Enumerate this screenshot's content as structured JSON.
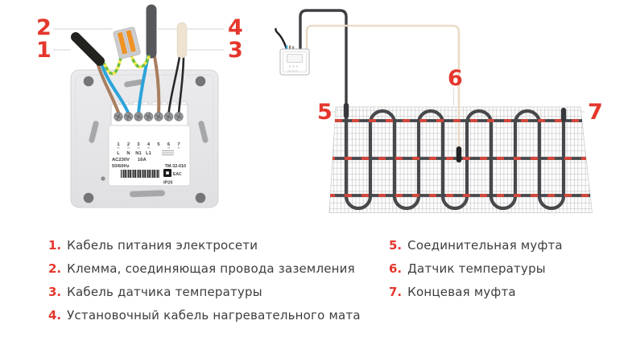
{
  "palette": {
    "callout_red": "#e5372d",
    "legend_text": "#3d3d3e",
    "leader_gray": "#e2e2e2",
    "wire_brown": "#a87f60",
    "wire_blue": "#2ba4da",
    "wire_ground_green": "#6cbf3f",
    "wire_ground_yellow": "#ffe94e",
    "cable_black": "#22221f",
    "cable_gray": "#56585c",
    "cable_cream": "#eee3d1",
    "clamp_orange": "#f09224",
    "heating_cable": "#47484b",
    "fixing_tape_red": "#d8453a"
  },
  "callouts": {
    "c1": "1",
    "c2": "2",
    "c3": "3",
    "c4": "4",
    "c5": "5",
    "c6": "6",
    "c7": "7"
  },
  "device_label": {
    "terminal_numbers": [
      "1",
      "2",
      "3",
      "4",
      "5",
      "6",
      "7"
    ],
    "terminal_pins": [
      "L",
      "N",
      "N1",
      "L1"
    ],
    "voltage": "AC230V",
    "current": "16A",
    "frequency": "50/60Hz",
    "model": "TM-32-010",
    "cert_mark": "EAC",
    "ip_rating": "IP20"
  },
  "legend": {
    "left": [
      {
        "num": "1.",
        "text": "Кабель питания электросети"
      },
      {
        "num": "2.",
        "text": "Клемма, соединяющая провода заземления"
      },
      {
        "num": "3.",
        "text": "Кабель датчика температуры"
      },
      {
        "num": "4.",
        "text": "Установочный кабель нагревательного мата"
      }
    ],
    "right": [
      {
        "num": "5.",
        "text": "Соединительная муфта"
      },
      {
        "num": "6.",
        "text": "Датчик температуры"
      },
      {
        "num": "7.",
        "text": "Концевая муфта"
      }
    ]
  }
}
